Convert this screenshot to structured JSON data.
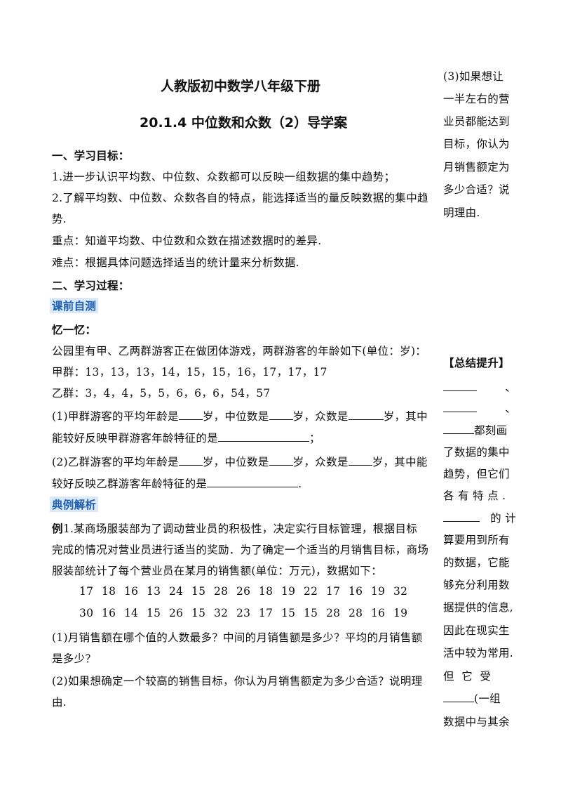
{
  "title1": "人教版初中数学八年级下册",
  "title2": "20.1.4 中位数和众数（2）导学案",
  "sec1": "一、学习目标：",
  "goal1": "1.进一步认识平均数、中位数、众数都可以反映一组数据的集中趋势；",
  "goal2a": "2.了解平均数、中位数、众数各自的特点，能选择适当的量反映数据的集中趋",
  "goal2b": "势.",
  "key_point": "重点：知道平均数、中位数和众数在描述数据时的差异.",
  "difficulty": "难点：根据具体问题选择适当的统计量来分析数据.",
  "sec2": "二、学习过程：",
  "tag1": "课前自测",
  "recall": "忆一忆：",
  "intro": "公园里有甲、乙两群游客正在做团体游戏，两群游客的年龄如下(单位：岁)：",
  "groupA": "甲群：13，13，13，14，15，15，16，17，17，17",
  "groupB": "乙群：3，4，4，5，5，6，6，6，54，57",
  "q1": {
    "p1": "(1)甲群游客的平均年龄是",
    "p2": "岁，中位数是",
    "p3": "岁，众数是",
    "p4": "岁，其中",
    "l2a": "能较好反映甲群游客年龄特征的是",
    "l2b": "；"
  },
  "q2": {
    "p1": "(2)乙群游客的平均年龄是",
    "p2": "岁，中位数是",
    "p3": "岁，众数是",
    "p4": "岁，其中能",
    "l2a": "较好反映乙群游客年龄特征的是",
    "l2b": "."
  },
  "tag2": "典例解析",
  "ex_label": "例",
  "ex_l1": "1.某商场服装部为了调动营业员的积极性，决定实行目标管理，根据目标",
  "ex_l2": "完成的情况对营业员进行适当的奖励．为了确定一个适当的月销售目标，商场",
  "ex_l3": "服装部统计了每个营业员在某月的销售额(单位：万元)，数据如下：",
  "data_row1": [
    "17",
    "18",
    "16",
    "13",
    "24",
    "15",
    "28",
    "26",
    "18",
    "19",
    "22",
    "17",
    "16",
    "19",
    "32"
  ],
  "data_row2": [
    "30",
    "16",
    "14",
    "15",
    "26",
    "15",
    "32",
    "23",
    "17",
    "15",
    "15",
    "28",
    "28",
    "16",
    "19"
  ],
  "ex_q1a": "(1)月销售额在哪个值的人数最多？中间的月销售额是多少？平均的月销售额",
  "ex_q1b": "是多少？",
  "ex_q2a": "(2)如果想确定一个较高的销售目标，你认为月销售额定为多少合适？说明理",
  "ex_q2b": "由.",
  "side_q3": [
    "(3)如果想让",
    "一半左右的营",
    "业员都能达到",
    "目标，你认为",
    "月销售额定为",
    "多少合适？说",
    "明理由."
  ],
  "summary_title": "【总结提升】",
  "summary": {
    "s1": "、",
    "s2": "、",
    "s3": "都刻画",
    "s4": "了数据的集中",
    "s5": "趋势，但它们",
    "s6": "各 有 特 点 .",
    "s7": "的 计",
    "s8": "算要用到所有",
    "s9": "的数据，它能",
    "s10": "够充分利用数",
    "s11": "据提供的信息,",
    "s12": "因此在现实生",
    "s13": "活中较为常用.",
    "s14": "但  它  受",
    "s15": "(一组",
    "s16": "数据中与其余"
  }
}
